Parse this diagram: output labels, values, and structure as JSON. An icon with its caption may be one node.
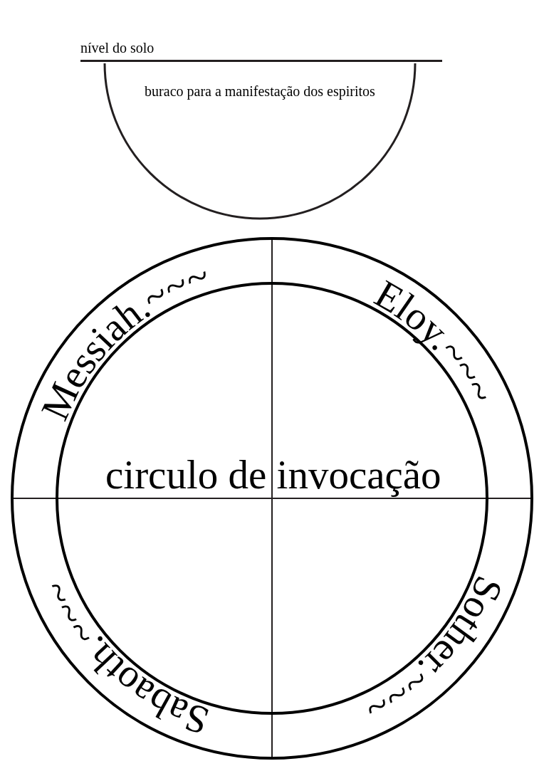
{
  "diagram": {
    "nodes": [
      {
        "text": [
          "buraco para a manifestação dos espiritos"
        ]
      },
      {
        "text": [
          "Messiah.~~~",
          "Eloy.~~~",
          "circulo de invocação",
          "Sabaoth.~~~",
          "Sother.~~~"
        ]
      }
    ],
    "labels": [
      "nível do solo"
    ]
  }
}
